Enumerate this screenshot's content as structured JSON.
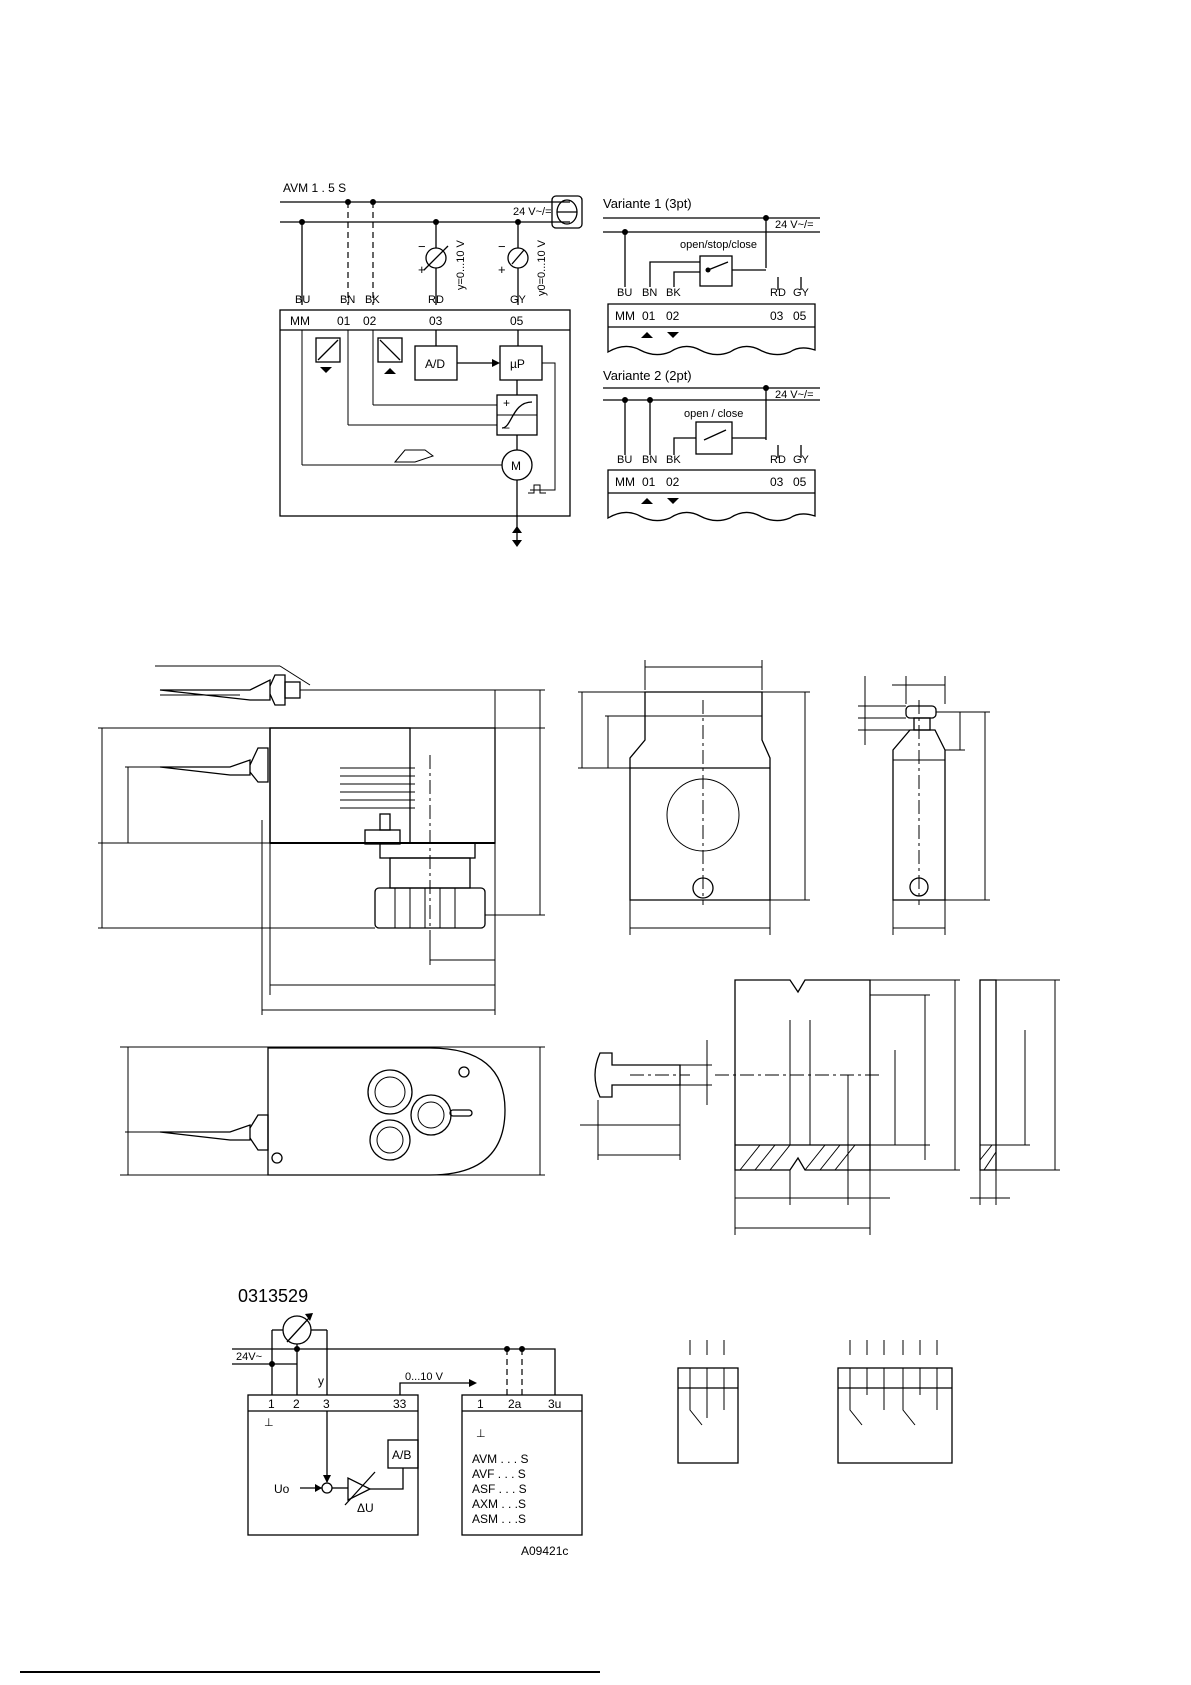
{
  "wiring_diagram": {
    "title": "AVM 1 . 5 S",
    "supply": "24 V~/=",
    "terminals": {
      "colors": [
        "BU",
        "BN",
        "BK",
        "RD",
        "GY"
      ],
      "numbers": [
        "MM",
        "01",
        "02",
        "03",
        "05"
      ]
    },
    "signal_in": "y=0...10 V",
    "signal_out": "y0=0...10 V",
    "block_ad": "A/D",
    "block_up": "µP",
    "motor": "M",
    "plus": "+",
    "minus": "−"
  },
  "variants": [
    {
      "title": "Variante 1 (3pt)",
      "supply": "24 V~/=",
      "switch_label": "open/stop/close",
      "colors": [
        "BU",
        "BN",
        "BK",
        "RD",
        "GY"
      ],
      "numbers": [
        "MM",
        "01",
        "02",
        "03",
        "05"
      ]
    },
    {
      "title": "Variante 2 (2pt)",
      "supply": "24 V~/=",
      "switch_label": "open / close",
      "colors": [
        "BU",
        "BN",
        "BK",
        "RD",
        "GY"
      ],
      "numbers": [
        "MM",
        "01",
        "02",
        "03",
        "05"
      ]
    }
  ],
  "converter_diagram": {
    "title": "0313529",
    "supply": "24V~",
    "y_label": "y",
    "range_label": "0...10 V",
    "left_terminals": [
      "1",
      "2",
      "3",
      "33"
    ],
    "ground": "⊥",
    "block_ab": "A/B",
    "uo_label": "Uo",
    "du_label": "ΔU",
    "right_terminals": [
      "1",
      "2a",
      "3u"
    ],
    "devices": [
      "AVM . . . S",
      "AVF . . . S",
      "ASF . . . S",
      "AXM . . .S",
      "ASM . . .S"
    ],
    "drawing_code": "A09421c"
  }
}
